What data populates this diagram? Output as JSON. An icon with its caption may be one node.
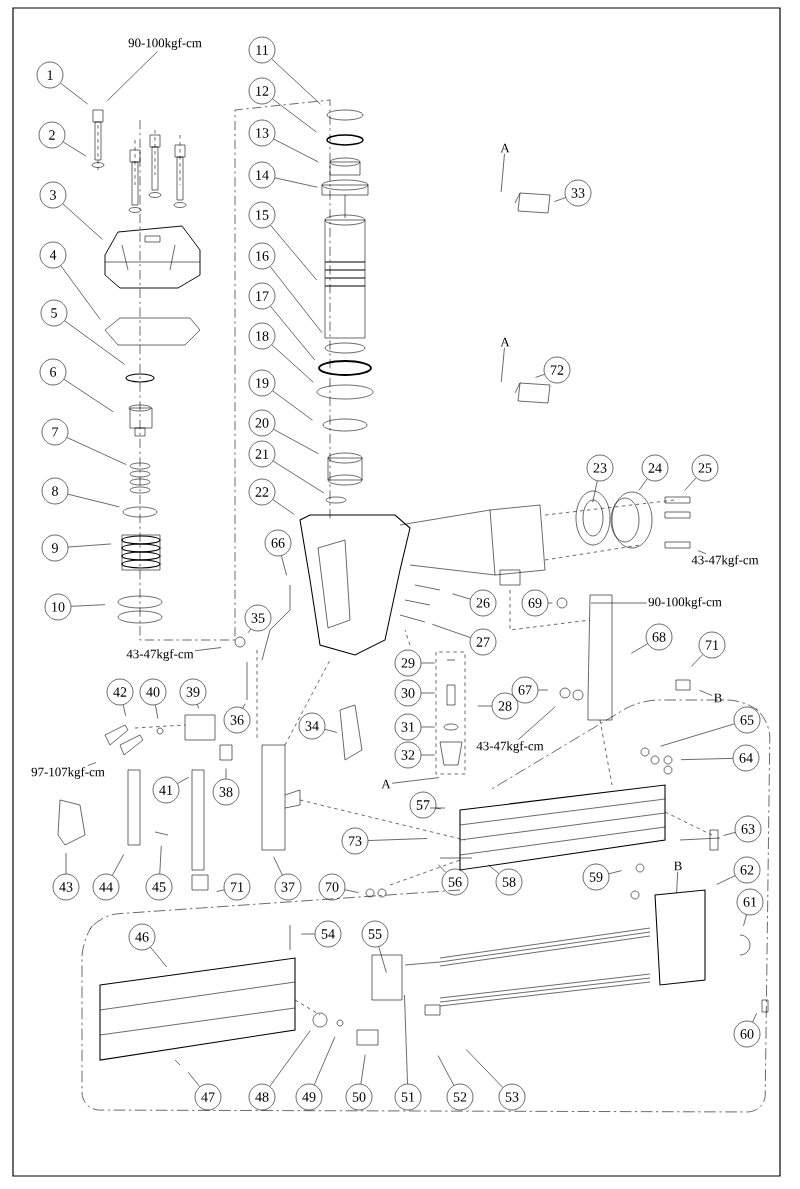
{
  "diagram": {
    "nodes": [
      {
        "text": [
          "1"
        ]
      },
      {
        "text": [
          "2"
        ]
      },
      {
        "text": [
          "3"
        ]
      },
      {
        "text": [
          "4"
        ]
      },
      {
        "text": [
          "5"
        ]
      },
      {
        "text": [
          "6"
        ]
      },
      {
        "text": [
          "7"
        ]
      },
      {
        "text": [
          "8"
        ]
      },
      {
        "text": [
          "9"
        ]
      },
      {
        "text": [
          "10"
        ]
      },
      {
        "text": [
          "11"
        ]
      },
      {
        "text": [
          "12"
        ]
      },
      {
        "text": [
          "13"
        ]
      },
      {
        "text": [
          "14"
        ]
      },
      {
        "text": [
          "15"
        ]
      },
      {
        "text": [
          "16"
        ]
      },
      {
        "text": [
          "17"
        ]
      },
      {
        "text": [
          "18"
        ]
      },
      {
        "text": [
          "19"
        ]
      },
      {
        "text": [
          "20"
        ]
      },
      {
        "text": [
          "21"
        ]
      },
      {
        "text": [
          "22"
        ]
      },
      {
        "text": [
          "23"
        ]
      },
      {
        "text": [
          "24"
        ]
      },
      {
        "text": [
          "25"
        ]
      },
      {
        "text": [
          "26"
        ]
      },
      {
        "text": [
          "27"
        ]
      },
      {
        "text": [
          "28"
        ]
      },
      {
        "text": [
          "29"
        ]
      },
      {
        "text": [
          "30"
        ]
      },
      {
        "text": [
          "31"
        ]
      },
      {
        "text": [
          "32"
        ]
      },
      {
        "text": [
          "33"
        ]
      },
      {
        "text": [
          "34"
        ]
      },
      {
        "text": [
          "35"
        ]
      },
      {
        "text": [
          "36"
        ]
      },
      {
        "text": [
          "37"
        ]
      },
      {
        "text": [
          "38"
        ]
      },
      {
        "text": [
          "39"
        ]
      },
      {
        "text": [
          "40"
        ]
      },
      {
        "text": [
          "41"
        ]
      },
      {
        "text": [
          "42"
        ]
      },
      {
        "text": [
          "43"
        ]
      },
      {
        "text": [
          "44"
        ]
      },
      {
        "text": [
          "45"
        ]
      },
      {
        "text": [
          "46"
        ]
      },
      {
        "text": [
          "47"
        ]
      },
      {
        "text": [
          "48"
        ]
      },
      {
        "text": [
          "49"
        ]
      },
      {
        "text": [
          "50"
        ]
      },
      {
        "text": [
          "51"
        ]
      },
      {
        "text": [
          "52"
        ]
      },
      {
        "text": [
          "53"
        ]
      },
      {
        "text": [
          "54"
        ]
      },
      {
        "text": [
          "55"
        ]
      },
      {
        "text": [
          "56"
        ]
      },
      {
        "text": [
          "57"
        ]
      },
      {
        "text": [
          "58"
        ]
      },
      {
        "text": [
          "59"
        ]
      },
      {
        "text": [
          "60"
        ]
      },
      {
        "text": [
          "61"
        ]
      },
      {
        "text": [
          "62"
        ]
      },
      {
        "text": [
          "63"
        ]
      },
      {
        "text": [
          "64"
        ]
      },
      {
        "text": [
          "65"
        ]
      },
      {
        "text": [
          "66"
        ]
      },
      {
        "text": [
          "67"
        ]
      },
      {
        "text": [
          "68"
        ]
      },
      {
        "text": [
          "69"
        ]
      },
      {
        "text": [
          "70"
        ]
      },
      {
        "text": [
          "71"
        ]
      },
      {
        "text": [
          "71"
        ]
      },
      {
        "text": [
          "72"
        ]
      },
      {
        "text": [
          "73"
        ]
      },
      {
        "text": [
          "90-100kgf-cm"
        ]
      },
      {
        "text": [
          "43-47kgf-cm"
        ]
      },
      {
        "text": [
          "90-100kgf-cm"
        ]
      },
      {
        "text": [
          "43-47kgf-cm"
        ]
      },
      {
        "text": [
          "43-47kgf-cm"
        ]
      },
      {
        "text": [
          "97-107kgf-cm"
        ]
      },
      {
        "text": [
          "A"
        ]
      },
      {
        "text": [
          "A"
        ]
      },
      {
        "text": [
          "A"
        ]
      },
      {
        "text": [
          "B"
        ]
      },
      {
        "text": [
          "B"
        ]
      }
    ],
    "edges": [
      {
        "from": 0,
        "to": null,
        "arrow": "none"
      },
      {
        "from": 1,
        "to": null,
        "arrow": "none"
      },
      {
        "from": 2,
        "to": null,
        "arrow": "none"
      },
      {
        "from": 3,
        "to": null,
        "arrow": "none"
      },
      {
        "from": 4,
        "to": null,
        "arrow": "none"
      },
      {
        "from": 5,
        "to": null,
        "arrow": "none"
      },
      {
        "from": 6,
        "to": null,
        "arrow": "none"
      },
      {
        "from": 7,
        "to": null,
        "arrow": "none"
      },
      {
        "from": 8,
        "to": null,
        "arrow": "none"
      },
      {
        "from": 9,
        "to": null,
        "arrow": "none"
      },
      {
        "from": 10,
        "to": null,
        "arrow": "none"
      },
      {
        "from": 11,
        "to": null,
        "arrow": "none"
      },
      {
        "from": 12,
        "to": null,
        "arrow": "none"
      },
      {
        "from": 13,
        "to": null,
        "arrow": "none"
      },
      {
        "from": 14,
        "to": null,
        "arrow": "none"
      },
      {
        "from": 15,
        "to": null,
        "arrow": "none"
      },
      {
        "from": 16,
        "to": null,
        "arrow": "none"
      },
      {
        "from": 17,
        "to": null,
        "arrow": "none"
      },
      {
        "from": 18,
        "to": null,
        "arrow": "none"
      },
      {
        "from": 19,
        "to": null,
        "arrow": "none"
      },
      {
        "from": 20,
        "to": null,
        "arrow": "none"
      },
      {
        "from": 21,
        "to": null,
        "arrow": "none"
      },
      {
        "from": 22,
        "to": null,
        "arrow": "none"
      },
      {
        "from": 23,
        "to": null,
        "arrow": "none"
      },
      {
        "from": 24,
        "to": null,
        "arrow": "none"
      },
      {
        "from": 25,
        "to": null,
        "arrow": "none"
      },
      {
        "from": 26,
        "to": null,
        "arrow": "none"
      },
      {
        "from": 27,
        "to": null,
        "arrow": "none"
      },
      {
        "from": 28,
        "to": null,
        "arrow": "none"
      },
      {
        "from": 29,
        "to": null,
        "arrow": "none"
      },
      {
        "from": 30,
        "to": null,
        "arrow": "none"
      },
      {
        "from": 31,
        "to": null,
        "arrow": "none"
      },
      {
        "from": 32,
        "to": null,
        "arrow": "none"
      },
      {
        "from": 33,
        "to": null,
        "arrow": "none"
      },
      {
        "from": 34,
        "to": null,
        "arrow": "none"
      },
      {
        "from": 35,
        "to": null,
        "arrow": "none"
      },
      {
        "from": 36,
        "to": null,
        "arrow": "none"
      },
      {
        "from": 37,
        "to": null,
        "arrow": "none"
      },
      {
        "from": 38,
        "to": null,
        "arrow": "none"
      },
      {
        "from": 39,
        "to": null,
        "arrow": "none"
      },
      {
        "from": 40,
        "to": null,
        "arrow": "none"
      },
      {
        "from": 41,
        "to": null,
        "arrow": "none"
      },
      {
        "from": 42,
        "to": null,
        "arrow": "none"
      },
      {
        "from": 43,
        "to": null,
        "arrow": "none"
      },
      {
        "from": 44,
        "to": null,
        "arrow": "none"
      },
      {
        "from": 45,
        "to": null,
        "arrow": "none"
      },
      {
        "from": 46,
        "to": null,
        "arrow": "none"
      },
      {
        "from": 47,
        "to": null,
        "arrow": "none"
      },
      {
        "from": 48,
        "to": null,
        "arrow": "none"
      },
      {
        "from": 49,
        "to": null,
        "arrow": "none"
      },
      {
        "from": 50,
        "to": null,
        "arrow": "none"
      },
      {
        "from": 51,
        "to": null,
        "arrow": "none"
      },
      {
        "from": 52,
        "to": null,
        "arrow": "none"
      },
      {
        "from": 53,
        "to": null,
        "arrow": "none"
      },
      {
        "from": 54,
        "to": null,
        "arrow": "none"
      },
      {
        "from": 55,
        "to": null,
        "arrow": "none"
      },
      {
        "from": 56,
        "to": null,
        "arrow": "none"
      },
      {
        "from": 57,
        "to": null,
        "arrow": "none"
      },
      {
        "from": 58,
        "to": null,
        "arrow": "none"
      },
      {
        "from": 59,
        "to": null,
        "arrow": "none"
      },
      {
        "from": 60,
        "to": null,
        "arrow": "none"
      },
      {
        "from": 61,
        "to": null,
        "arrow": "none"
      },
      {
        "from": 62,
        "to": null,
        "arrow": "none"
      },
      {
        "from": 63,
        "to": null,
        "arrow": "none"
      },
      {
        "from": 64,
        "to": null,
        "arrow": "none"
      },
      {
        "from": 65,
        "to": null,
        "arrow": "none"
      },
      {
        "from": 66,
        "to": null,
        "arrow": "none"
      },
      {
        "from": 67,
        "to": null,
        "arrow": "none"
      },
      {
        "from": 68,
        "to": null,
        "arrow": "none"
      },
      {
        "from": 69,
        "to": null,
        "arrow": "none"
      },
      {
        "from": 70,
        "to": null,
        "arrow": "none"
      },
      {
        "from": 71,
        "to": null,
        "arrow": "none"
      },
      {
        "from": 72,
        "to": null,
        "arrow": "none"
      },
      {
        "from": 73,
        "to": null,
        "arrow": "none"
      },
      {
        "from": 74,
        "to": null,
        "arrow": "none"
      },
      {
        "from": 75,
        "to": null,
        "arrow": "none"
      },
      {
        "from": 76,
        "to": null,
        "arrow": "none"
      },
      {
        "from": 77,
        "to": null,
        "arrow": "none"
      },
      {
        "from": 78,
        "to": null,
        "arrow": "none"
      },
      {
        "from": 79,
        "to": null,
        "arrow": "none"
      },
      {
        "from": 80,
        "to": null,
        "arrow": "none"
      },
      {
        "from": 81,
        "to": null,
        "arrow": "none"
      },
      {
        "from": 82,
        "to": null,
        "arrow": "none"
      },
      {
        "from": 83,
        "to": null,
        "arrow": "none"
      },
      {
        "from": 84,
        "to": null,
        "arrow": "none"
      }
    ]
  }
}
